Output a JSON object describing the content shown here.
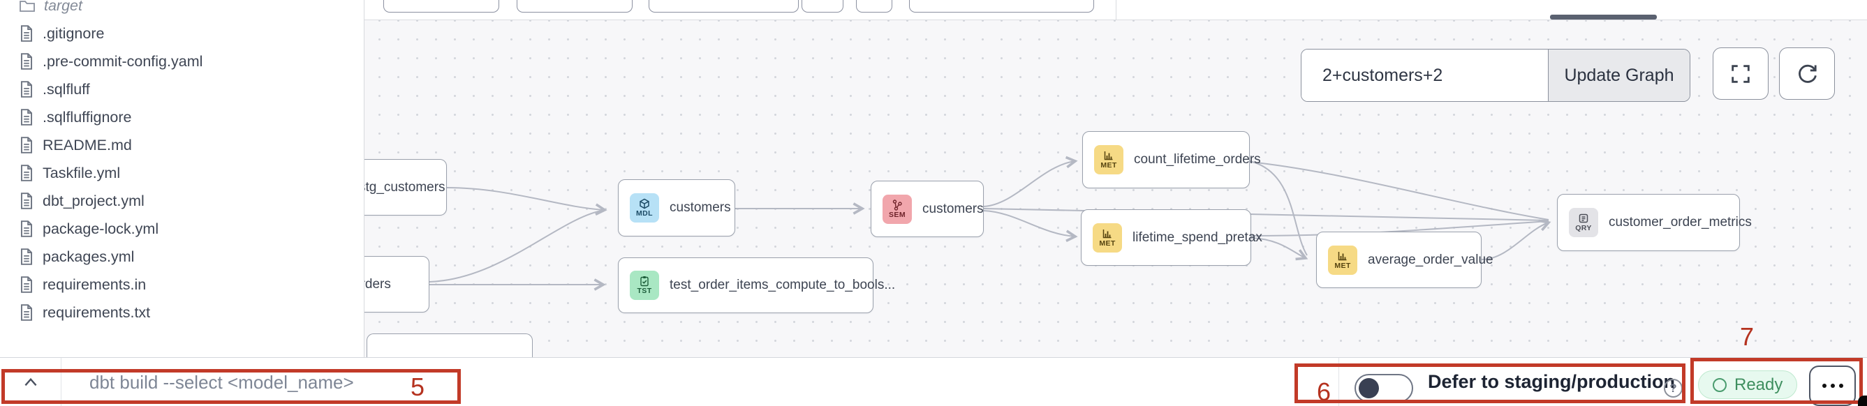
{
  "sidebar": {
    "items": [
      {
        "label": "target",
        "type": "folder"
      },
      {
        "label": ".gitignore",
        "type": "file"
      },
      {
        "label": ".pre-commit-config.yaml",
        "type": "file"
      },
      {
        "label": ".sqlfluff",
        "type": "file"
      },
      {
        "label": ".sqlfluffignore",
        "type": "file"
      },
      {
        "label": "README.md",
        "type": "file"
      },
      {
        "label": "Taskfile.yml",
        "type": "file"
      },
      {
        "label": "dbt_project.yml",
        "type": "file"
      },
      {
        "label": "package-lock.yml",
        "type": "file"
      },
      {
        "label": "packages.yml",
        "type": "file"
      },
      {
        "label": "requirements.in",
        "type": "file"
      },
      {
        "label": "requirements.txt",
        "type": "file"
      }
    ]
  },
  "lineage_toolbar": {
    "selector_value": "2+customers+2",
    "update_button_label": "Update Graph"
  },
  "graph": {
    "nodes": [
      {
        "label": "stg_customers",
        "badge": ""
      },
      {
        "label": "orders",
        "badge": ""
      },
      {
        "label": "customers",
        "badge": "MDL"
      },
      {
        "label": "customers",
        "badge": "SEM"
      },
      {
        "label": "count_lifetime_orders",
        "badge": "MET"
      },
      {
        "label": "lifetime_spend_pretax",
        "badge": "MET"
      },
      {
        "label": "average_order_value",
        "badge": "MET"
      },
      {
        "label": "customer_order_metrics",
        "badge": "QRY"
      },
      {
        "label": "test_order_items_compute_to_bools...",
        "badge": "TST"
      }
    ],
    "badge_colors": {
      "MDL": {
        "bg": "#b7e1f6",
        "fg": "#1c4b66"
      },
      "SEM": {
        "bg": "#f1a6ac",
        "fg": "#6e2229"
      },
      "MET": {
        "bg": "#f6da85",
        "fg": "#55430f"
      },
      "TST": {
        "bg": "#a9e7c3",
        "fg": "#1c5c3a"
      },
      "QRY": {
        "bg": "#e3e3e7",
        "fg": "#4c4f58"
      }
    }
  },
  "command_bar": {
    "command_placeholder": "dbt build --select <model_name>"
  },
  "defer": {
    "label": "Defer to staging/production",
    "enabled": false
  },
  "status": {
    "label": "Ready"
  },
  "icons": {
    "help": "?"
  },
  "annotations": {
    "color": "#c23a28",
    "label_5": "5",
    "label_6": "6",
    "label_7": "7"
  }
}
